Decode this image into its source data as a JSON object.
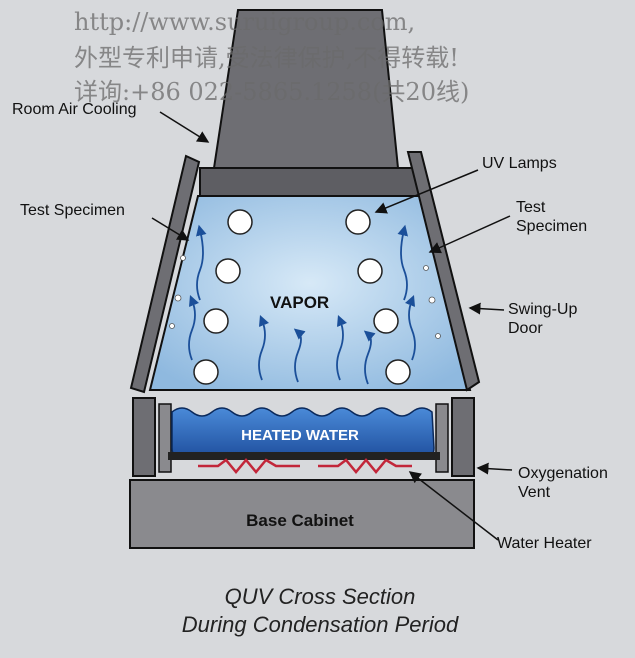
{
  "watermark": {
    "line1": "http://www.suruigroup.com,",
    "line2": "外型专利申请,受法律保护,不得转载!",
    "line3": "详询:+86 022-5865.1258(共20线)"
  },
  "labels": {
    "room_air_cooling": "Room Air Cooling",
    "test_specimen_left": "Test Specimen",
    "uv_lamps": "UV Lamps",
    "test_specimen_right_1": "Test",
    "test_specimen_right_2": "Specimen",
    "swing_up_door_1": "Swing-Up",
    "swing_up_door_2": "Door",
    "vapor": "VAPOR",
    "heated_water": "HEATED WATER",
    "oxygenation_vent_1": "Oxygenation",
    "oxygenation_vent_2": "Vent",
    "base_cabinet": "Base Cabinet",
    "water_heater": "Water Heater"
  },
  "caption": {
    "line1": "QUV Cross Section",
    "line2": "During Condensation Period"
  },
  "colors": {
    "background": "#d7d9dc",
    "chimney": "#6e6e73",
    "chamber_blue": "#a9cbe8",
    "water": "#2f6fc4",
    "heater": "#c2273a",
    "cabinet": "#8a8a8e"
  }
}
